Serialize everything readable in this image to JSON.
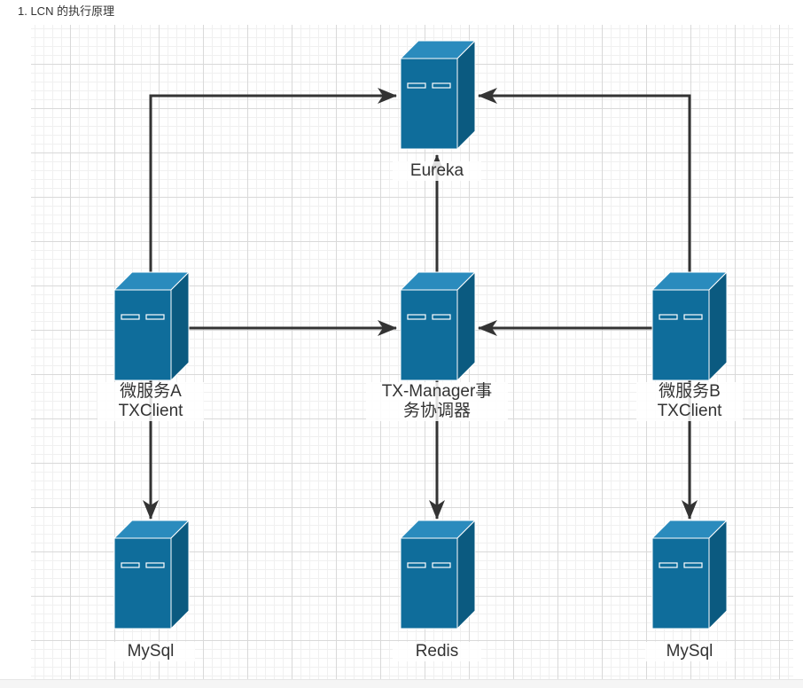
{
  "caption": "1. LCN 的执行原理",
  "colors": {
    "server_front": "#0f6d9b",
    "server_top": "#2a8bbd",
    "server_side": "#0b5a80",
    "server_edge": "#ffffff",
    "arrow": "#333333"
  },
  "nodes": {
    "eureka": {
      "lines": [
        "Eureka"
      ]
    },
    "service_a": {
      "lines": [
        "微服务A",
        "TXClient"
      ]
    },
    "tx_manager": {
      "lines": [
        "TX-Manager事",
        "务协调器"
      ]
    },
    "service_b": {
      "lines": [
        "微服务B",
        "TXClient"
      ]
    },
    "mysql_a": {
      "lines": [
        "MySql"
      ]
    },
    "redis": {
      "lines": [
        "Redis"
      ]
    },
    "mysql_b": {
      "lines": [
        "MySql"
      ]
    }
  }
}
